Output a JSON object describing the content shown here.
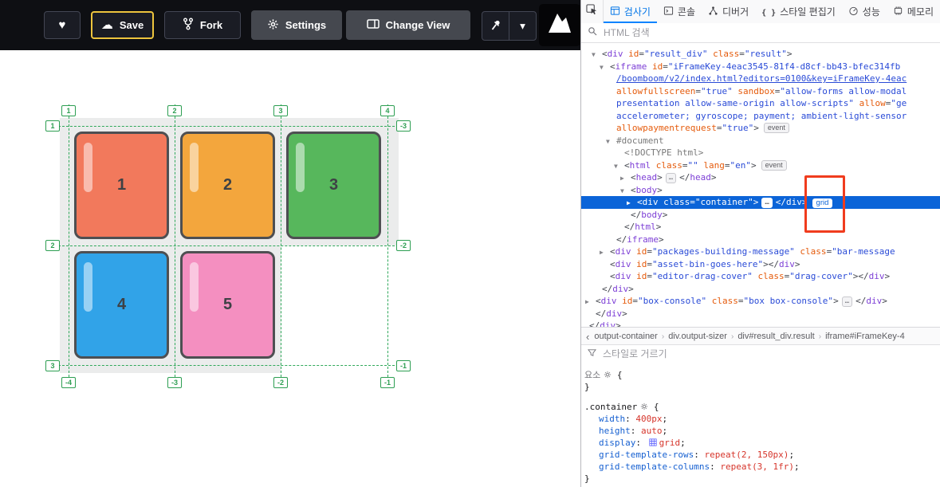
{
  "header": {
    "like_button": {
      "icon": "heart"
    },
    "save_button": {
      "label": "Save",
      "icon": "cloud",
      "accent": "#edc43d"
    },
    "fork_button": {
      "label": "Fork"
    },
    "settings_button": {
      "label": "Settings"
    },
    "change_view_button": {
      "label": "Change View"
    },
    "pin_button": {
      "icon": "pin",
      "chevron": "▾"
    }
  },
  "icons": {
    "heart": "♥",
    "cloud": "☁",
    "chevron_down": "▾"
  },
  "grid_preview": {
    "line_color": "#2fa85a",
    "marker_color": "#2d9e52",
    "container_bg": "#ebecec",
    "cells": [
      {
        "label": "1",
        "color": "#f2795c"
      },
      {
        "label": "2",
        "color": "#f3a63d"
      },
      {
        "label": "3",
        "color": "#57b75c"
      },
      {
        "label": "4",
        "color": "#31a3e8"
      },
      {
        "label": "5",
        "color": "#f48fc0"
      }
    ],
    "column_line_numbers_top": [
      "1",
      "2",
      "3",
      "4"
    ],
    "column_line_numbers_bottom": [
      "-4",
      "-3",
      "-2",
      "-1"
    ],
    "row_line_numbers_left": [
      "1",
      "2",
      "3"
    ],
    "row_line_numbers_right": [
      "-3",
      "-2",
      "-1"
    ]
  },
  "devtools": {
    "tabs": [
      {
        "label": "검사기",
        "icon": "inspector",
        "active": true
      },
      {
        "label": "콘솔",
        "icon": "console"
      },
      {
        "label": "디버거",
        "icon": "debugger"
      },
      {
        "label": "스타일 편집기",
        "icon": "style-editor"
      },
      {
        "label": "성능",
        "icon": "performance"
      },
      {
        "label": "메모리",
        "icon": "memory"
      }
    ],
    "search_placeholder": "HTML 검색",
    "style_filter_placeholder": "스타일로 거르기",
    "breadcrumb": [
      "output-container",
      "div.output-sizer",
      "div#result_div.result",
      "iframe#iFrameKey-4"
    ],
    "markup_rows": [
      {
        "p": 26,
        "a": "v",
        "s": [
          [
            "pun",
            "<"
          ],
          [
            "tag",
            "div"
          ],
          [
            "att",
            " id"
          ],
          [
            "pun",
            "="
          ],
          [
            "val",
            "\"result_div\""
          ],
          [
            "att",
            " class"
          ],
          [
            "pun",
            "="
          ],
          [
            "val",
            "\"result\""
          ],
          [
            "pun",
            ">"
          ]
        ]
      },
      {
        "p": 36,
        "a": "v",
        "s": [
          [
            "pun",
            "<"
          ],
          [
            "tag",
            "iframe"
          ],
          [
            "att",
            " id"
          ],
          [
            "pun",
            "="
          ],
          [
            "val",
            "\"iFrameKey-4eac3545-81f4-d8cf-bb43-bfec314fb"
          ]
        ]
      },
      {
        "p": 44,
        "s": [
          [
            "lnk",
            "/boomboom/v2/index.html?editors=0100&key=iFrameKey-4eac"
          ]
        ]
      },
      {
        "p": 44,
        "s": [
          [
            "att",
            "allowfullscreen"
          ],
          [
            "pun",
            "="
          ],
          [
            "val",
            "\"true\""
          ],
          [
            "att",
            " sandbox"
          ],
          [
            "pun",
            "="
          ],
          [
            "val",
            "\"allow-forms allow-modal"
          ]
        ]
      },
      {
        "p": 44,
        "s": [
          [
            "val",
            "presentation allow-same-origin allow-scripts\""
          ],
          [
            "att",
            " allow"
          ],
          [
            "pun",
            "="
          ],
          [
            "val",
            "\"ge"
          ]
        ]
      },
      {
        "p": 44,
        "s": [
          [
            "val",
            "accelerometer; gyroscope; payment; ambient-light-sensor"
          ]
        ]
      },
      {
        "p": 44,
        "s": [
          [
            "att",
            "allowpaymentrequest"
          ],
          [
            "pun",
            "="
          ],
          [
            "val",
            "\"true\""
          ],
          [
            "pun",
            ">"
          ],
          [
            "badge",
            "event"
          ]
        ]
      },
      {
        "p": 44,
        "a": "v",
        "s": [
          [
            "doc",
            "#document"
          ]
        ]
      },
      {
        "p": 54,
        "s": [
          [
            "doc",
            "<!DOCTYPE html>"
          ]
        ]
      },
      {
        "p": 54,
        "a": "v",
        "s": [
          [
            "pun",
            "<"
          ],
          [
            "tag",
            "html"
          ],
          [
            "att",
            " class"
          ],
          [
            "pun",
            "="
          ],
          [
            "val",
            "\"\""
          ],
          [
            "att",
            " lang"
          ],
          [
            "pun",
            "="
          ],
          [
            "val",
            "\"en\""
          ],
          [
            "pun",
            ">"
          ],
          [
            "badge",
            "event"
          ]
        ]
      },
      {
        "p": 62,
        "a": "c",
        "s": [
          [
            "pun",
            "<"
          ],
          [
            "tag",
            "head"
          ],
          [
            "pun",
            ">"
          ],
          [
            "ell",
            "…"
          ],
          [
            "pun",
            "</"
          ],
          [
            "tag",
            "head"
          ],
          [
            "pun",
            ">"
          ]
        ]
      },
      {
        "p": 62,
        "a": "v",
        "s": [
          [
            "pun",
            "<"
          ],
          [
            "tag",
            "body"
          ],
          [
            "pun",
            ">"
          ]
        ]
      },
      {
        "p": 70,
        "a": "c",
        "sel": true,
        "s": [
          [
            "pun",
            "<"
          ],
          [
            "tag",
            "div"
          ],
          [
            "att",
            " class"
          ],
          [
            "pun",
            "="
          ],
          [
            "val",
            "\"container\""
          ],
          [
            "pun",
            ">"
          ],
          [
            "ell",
            "…"
          ],
          [
            "pun",
            "</"
          ],
          [
            "tag",
            "div"
          ],
          [
            "pun",
            ">"
          ],
          [
            "gbadge",
            "grid"
          ]
        ]
      },
      {
        "p": 62,
        "s": [
          [
            "pun",
            "</"
          ],
          [
            "tag",
            "body"
          ],
          [
            "pun",
            ">"
          ]
        ]
      },
      {
        "p": 54,
        "s": [
          [
            "pun",
            "</"
          ],
          [
            "tag",
            "html"
          ],
          [
            "pun",
            ">"
          ]
        ]
      },
      {
        "p": 44,
        "s": [
          [
            "pun",
            "</"
          ],
          [
            "tag",
            "iframe"
          ],
          [
            "pun",
            ">"
          ]
        ]
      },
      {
        "p": 36,
        "a": "c",
        "s": [
          [
            "pun",
            "<"
          ],
          [
            "tag",
            "div"
          ],
          [
            "att",
            " id"
          ],
          [
            "pun",
            "="
          ],
          [
            "val",
            "\"packages-building-message\""
          ],
          [
            "att",
            " class"
          ],
          [
            "pun",
            "="
          ],
          [
            "val",
            "\"bar-message"
          ]
        ]
      },
      {
        "p": 36,
        "s": [
          [
            "pun",
            "<"
          ],
          [
            "tag",
            "div"
          ],
          [
            "att",
            " id"
          ],
          [
            "pun",
            "="
          ],
          [
            "val",
            "\"asset-bin-goes-here\""
          ],
          [
            "pun",
            ">"
          ],
          [
            "pun",
            "</"
          ],
          [
            "tag",
            "div"
          ],
          [
            "pun",
            ">"
          ]
        ]
      },
      {
        "p": 36,
        "s": [
          [
            "pun",
            "<"
          ],
          [
            "tag",
            "div"
          ],
          [
            "att",
            " id"
          ],
          [
            "pun",
            "="
          ],
          [
            "val",
            "\"editor-drag-cover\""
          ],
          [
            "att",
            " class"
          ],
          [
            "pun",
            "="
          ],
          [
            "val",
            "\"drag-cover\""
          ],
          [
            "pun",
            ">"
          ],
          [
            "pun",
            "</"
          ],
          [
            "tag",
            "div"
          ],
          [
            "pun",
            ">"
          ]
        ]
      },
      {
        "p": 26,
        "s": [
          [
            "pun",
            "</"
          ],
          [
            "tag",
            "div"
          ],
          [
            "pun",
            ">"
          ]
        ]
      },
      {
        "p": 18,
        "a": "c",
        "s": [
          [
            "pun",
            "<"
          ],
          [
            "tag",
            "div"
          ],
          [
            "att",
            " id"
          ],
          [
            "pun",
            "="
          ],
          [
            "val",
            "\"box-console\""
          ],
          [
            "att",
            " class"
          ],
          [
            "pun",
            "="
          ],
          [
            "val",
            "\"box box-console\""
          ],
          [
            "pun",
            ">"
          ],
          [
            "ell",
            "…"
          ],
          [
            "pun",
            "</"
          ],
          [
            "tag",
            "div"
          ],
          [
            "pun",
            ">"
          ]
        ]
      },
      {
        "p": 18,
        "s": [
          [
            "pun",
            "</"
          ],
          [
            "tag",
            "div"
          ],
          [
            "pun",
            ">"
          ]
        ]
      },
      {
        "p": 10,
        "s": [
          [
            "pun",
            "</"
          ],
          [
            "tag",
            "div"
          ],
          [
            "pun",
            ">"
          ]
        ]
      }
    ],
    "rules": [
      {
        "selector": "요소",
        "muted": true,
        "properties": []
      },
      {
        "selector": ".container",
        "properties": [
          {
            "name": "width",
            "value": "400px"
          },
          {
            "name": "height",
            "value": "auto"
          },
          {
            "name": "display",
            "value": "grid",
            "grid_icon": true
          },
          {
            "name": "grid-template-rows",
            "value": "repeat(2, 150px)"
          },
          {
            "name": "grid-template-columns",
            "value": "repeat(3, 1fr)"
          }
        ]
      }
    ],
    "selection_color": "#0b64d8"
  },
  "annotation": {
    "color": "#f03c1e"
  }
}
